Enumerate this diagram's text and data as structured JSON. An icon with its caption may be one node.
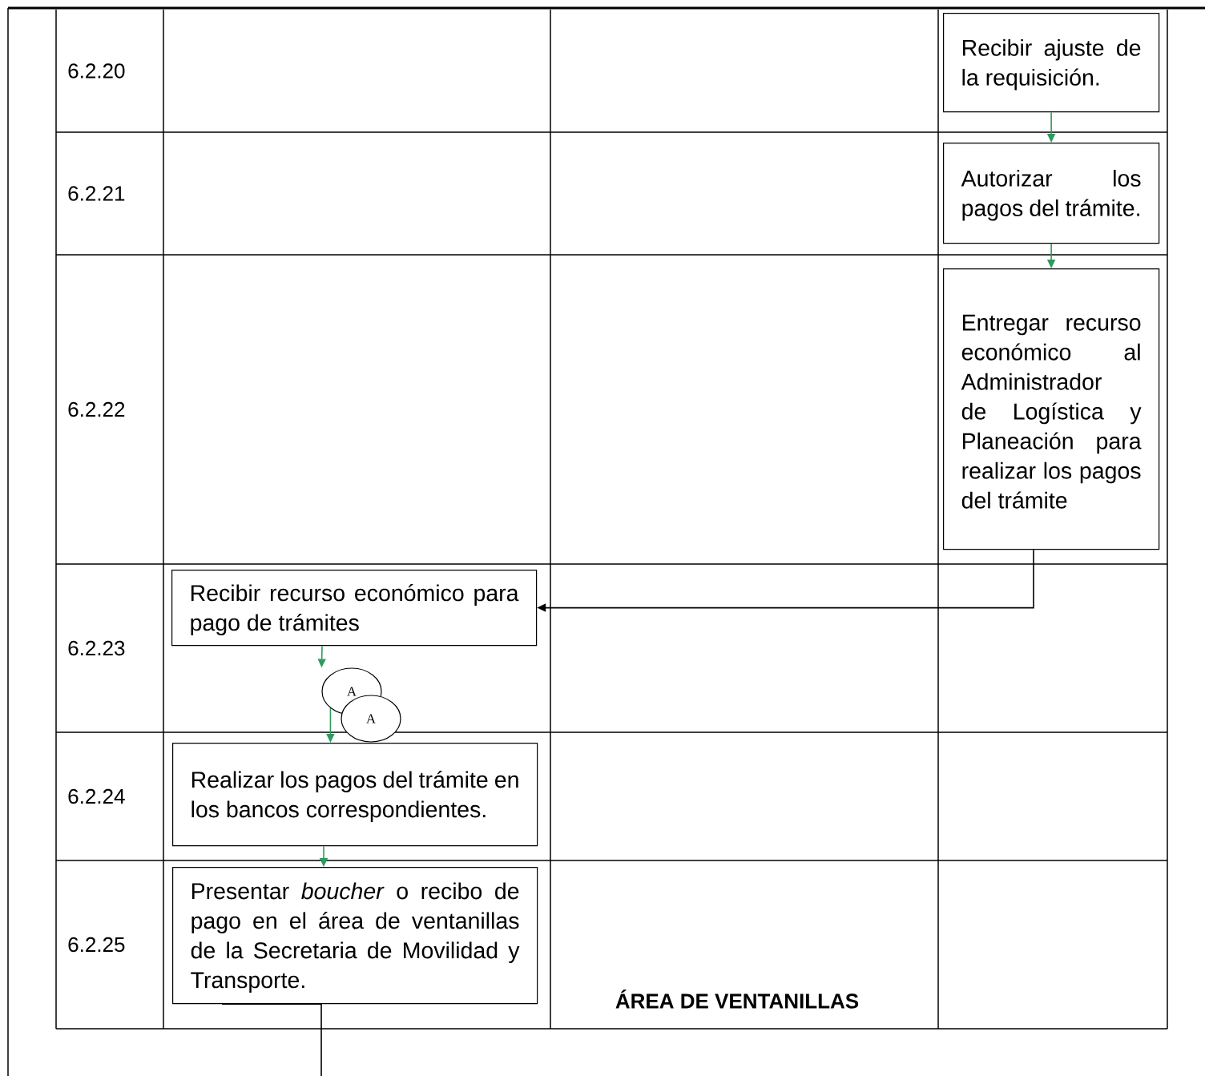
{
  "diagram": {
    "nodes": [
      {
        "text": [
          "Recibir ajuste de la requisición."
        ]
      },
      {
        "text": [
          "Autorizar los pagos del trámite."
        ]
      },
      {
        "text": [
          "Entregar recurso económico al Administrador de Logística y Planeación para realizar los pagos del trámite"
        ]
      },
      {
        "text": [
          "Recibir recurso económico para pago de trámites"
        ]
      },
      {
        "text": [
          "A"
        ]
      },
      {
        "text": [
          "A"
        ]
      },
      {
        "text": [
          "Realizar los pagos del trámite en los bancos correspondientes."
        ]
      },
      {
        "text": [
          "Presentar *boucher* o recibo de pago en el área de ventanillas de la Secretaria de Movilidad y Transporte."
        ]
      }
    ],
    "edges": [
      {
        "from": 0,
        "to": 1,
        "arrow": "to",
        "color": "#2e9a5e"
      },
      {
        "from": 1,
        "to": 2,
        "arrow": "to",
        "color": "#2e9a5e"
      },
      {
        "from": 2,
        "to": 3,
        "arrow": "to",
        "color": "#000000"
      },
      {
        "from": 3,
        "to": 4,
        "arrow": "to",
        "color": "#2e9a5e"
      },
      {
        "from": 4,
        "to": 6,
        "arrow": "to",
        "color": "#2e9a5e"
      },
      {
        "from": 6,
        "to": 7,
        "arrow": "to",
        "color": "#2e9a5e"
      },
      {
        "from": 7,
        "to": null,
        "arrow": "none",
        "color": "#000000"
      }
    ],
    "labels": [
      "6.2.20",
      "6.2.21",
      "6.2.22",
      "6.2.23",
      "6.2.24",
      "6.2.25",
      "ÁREA DE VENTANILLAS"
    ]
  }
}
